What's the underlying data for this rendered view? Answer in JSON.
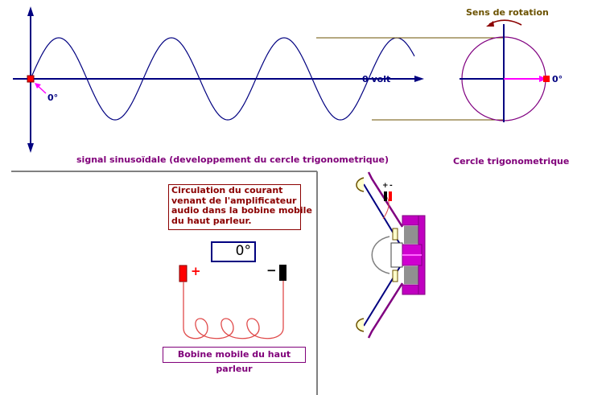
{
  "colors": {
    "axis": "#000080",
    "wave": "#000080",
    "circle": "#800080",
    "vector": "#ff00ff",
    "marker": "#ff0000",
    "guide": "#6b5200",
    "accent": "#80007a",
    "coil": "#e04a4a",
    "divider": "#808080"
  },
  "wave": {
    "zero_label": "0 volt",
    "angle_label": "0°",
    "caption": "signal sinusoïdale (developpement du cercle trigonometrique)"
  },
  "circle": {
    "rotation_label": "Sens de rotation",
    "angle_label": "0°",
    "caption": "Cercle trigonometrique"
  },
  "coil_panel": {
    "info_lines": [
      "Circulation du courant",
      "venant de l'amplificateur",
      "audio dans la bobine mobile",
      "du haut parleur."
    ],
    "angle_display": "0°",
    "plus": "+",
    "minus": "−",
    "caption": "Bobine mobile du haut parleur"
  },
  "speaker": {
    "plus": "+",
    "minus": "-"
  }
}
